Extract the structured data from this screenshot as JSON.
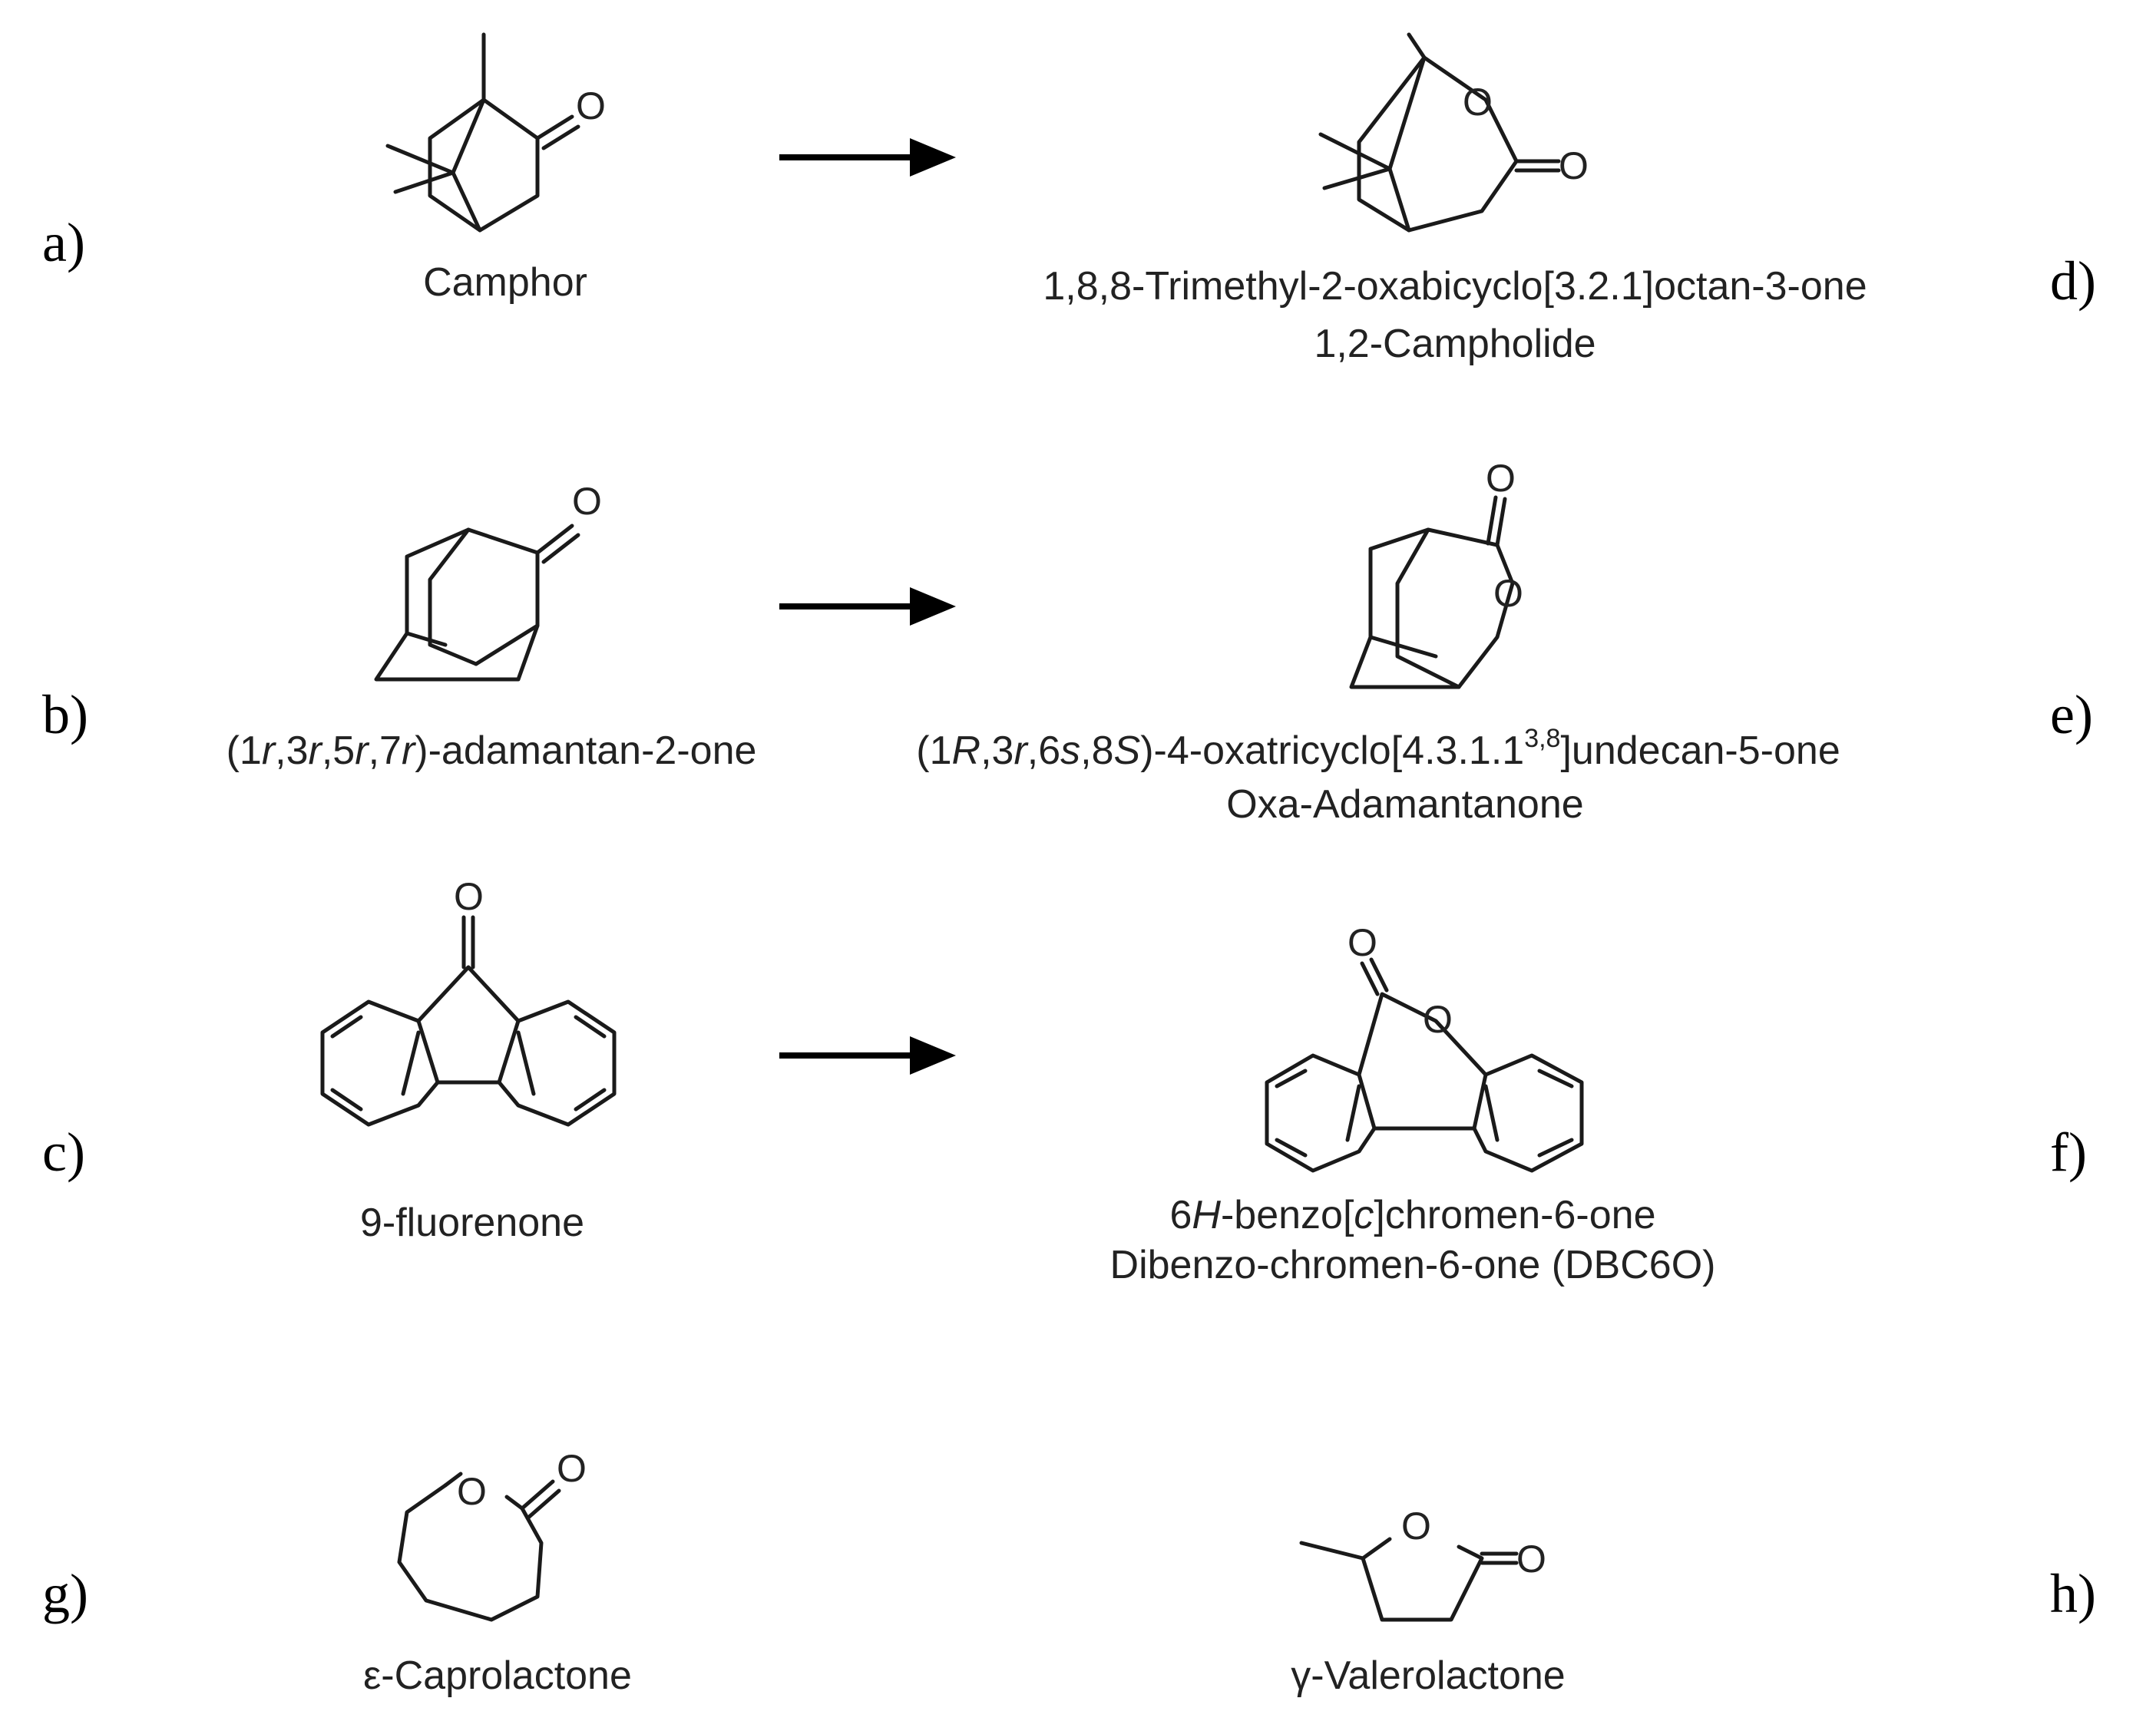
{
  "panel_labels": {
    "a": "a)",
    "b": "b)",
    "c": "c)",
    "d": "d)",
    "e": "e)",
    "f": "f)",
    "g": "g)",
    "h": "h)"
  },
  "atom_symbol": "O",
  "reactions": [
    {
      "reactant": {
        "name": "Camphor"
      },
      "product": {
        "name": "1,8,8-Trimethyl-2-oxabicyclo[3.2.1]octan-3-one",
        "trivial_name": "1,2-Campholide"
      }
    },
    {
      "reactant": {
        "name_parts": [
          "(1",
          "r",
          ",3",
          "r",
          ",5",
          "r",
          ",7",
          "r",
          ")-adamantan-2-one"
        ]
      },
      "product": {
        "name_parts": [
          "(1",
          "R",
          ",3",
          "r",
          ",6",
          "s",
          ",8",
          "S",
          ")-4-oxatricyclo[4.3.1.1",
          "3,8",
          "]undecan-5-one"
        ],
        "trivial_name": "Oxa-Adamantanone"
      }
    },
    {
      "reactant": {
        "name": "9-fluorenone"
      },
      "product": {
        "name_parts": [
          "6",
          "H",
          "-benzo[",
          "c",
          "]chromen-6-one"
        ],
        "trivial_name": "Dibenzo-chromen-6-one (DBC6O)"
      }
    }
  ],
  "lactones": [
    {
      "name": "ε-Caprolactone"
    },
    {
      "name": "γ-Valerolactone"
    }
  ]
}
